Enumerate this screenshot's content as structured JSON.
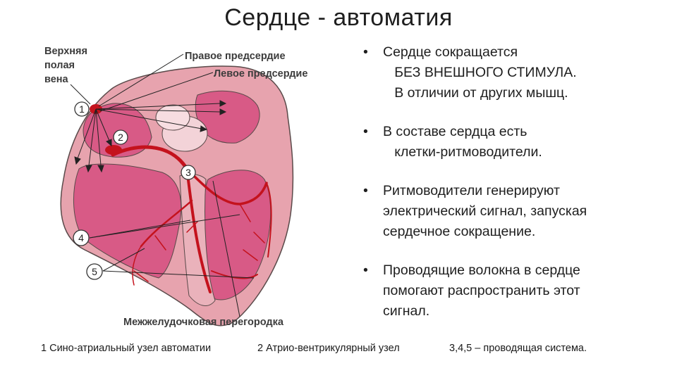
{
  "title": "Сердце - автоматия",
  "diagram": {
    "labels": {
      "svc_line1": "Верхняя",
      "svc_line2": "полая",
      "svc_line3": "вена",
      "right_atrium": "Правое предсердие",
      "left_atrium": "Левое предсердие",
      "septum": "Межжелудочковая перегородка"
    },
    "markers": [
      "1",
      "2",
      "3",
      "4",
      "5"
    ]
  },
  "bullets": [
    {
      "dot": "•",
      "lines": [
        "Сердце сокращается",
        "   БЕЗ ВНЕШНОГО СТИМУЛА.",
        "   В отличии от других мышц."
      ]
    },
    {
      "dot": "•",
      "lines": [
        "В составе сердца есть",
        "   клетки-ритмоводители."
      ]
    },
    {
      "dot": "•",
      "lines": [
        "Ритмоводители генерируют",
        "электрический сигнал, запуская",
        "сердечное сокращение."
      ]
    },
    {
      "dot": "•",
      "lines": [
        "Проводящие волокна в сердце",
        "помогают распространить этот",
        "сигнал."
      ]
    }
  ],
  "captions": {
    "c1": "1 Сино-атриальный узел автоматии",
    "c2": "2 Атрио-вентрикулярный узел",
    "c3": "3,4,5 – проводящая система."
  },
  "colors": {
    "myocardium": "#e7a3ae",
    "chamber": "#d85a86",
    "conduction": "#c4121d",
    "outline": "#5a4a4a"
  }
}
